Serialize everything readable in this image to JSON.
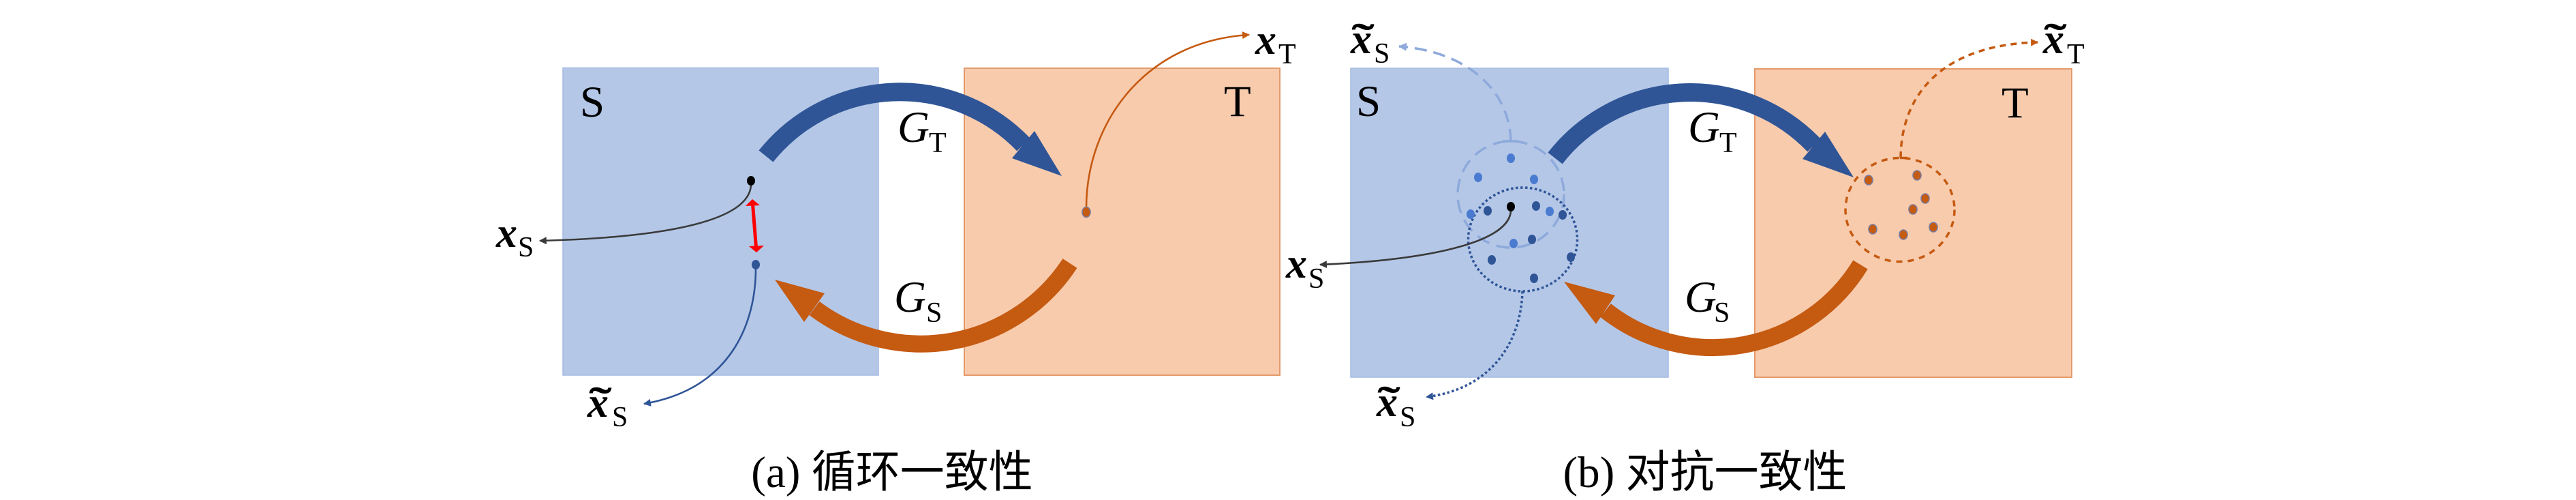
{
  "colors": {
    "source_domain_fill": "#b4c7e7",
    "source_domain_border": "#a3bbe2",
    "target_domain_fill": "#f8cbad",
    "target_domain_border": "#e39a6b",
    "generator_to_target": "#2f5597",
    "generator_to_source": "#c55a11",
    "cycle_error": "#ff0000",
    "source_sample": "#2f5597",
    "reconstructed_sample": "#4a7bd0",
    "reconstruction_region": "#8eaadb",
    "target_sample": "#c55a11",
    "sample_link": "#3a3a3a",
    "text": "#000000"
  },
  "panels": {
    "a": {
      "caption": "(a) 循环一致性",
      "source_domain": "S",
      "target_domain": "T",
      "generator_to_target": {
        "symbol": "G",
        "subscript": "T"
      },
      "generator_to_source": {
        "symbol": "G",
        "subscript": "S"
      },
      "x_source": {
        "symbol": "x",
        "subscript": "S"
      },
      "x_source_reconstructed": {
        "accent": "˜",
        "symbol": "x",
        "subscript": "S"
      },
      "x_target": {
        "symbol": "x",
        "subscript": "T"
      }
    },
    "b": {
      "caption": "(b) 对抗一致性",
      "source_domain": "S",
      "target_domain": "T",
      "generator_to_target": {
        "symbol": "G",
        "subscript": "T"
      },
      "generator_to_source": {
        "symbol": "G",
        "subscript": "S"
      },
      "x_source_tilde_upper": {
        "accent": "˜",
        "symbol": "x",
        "subscript": "S"
      },
      "x_source": {
        "symbol": "x",
        "subscript": "S"
      },
      "x_source_tilde_lower": {
        "accent": "˜",
        "symbol": "x",
        "subscript": "S"
      },
      "x_target_tilde": {
        "accent": "˜",
        "symbol": "x",
        "subscript": "T"
      }
    }
  }
}
